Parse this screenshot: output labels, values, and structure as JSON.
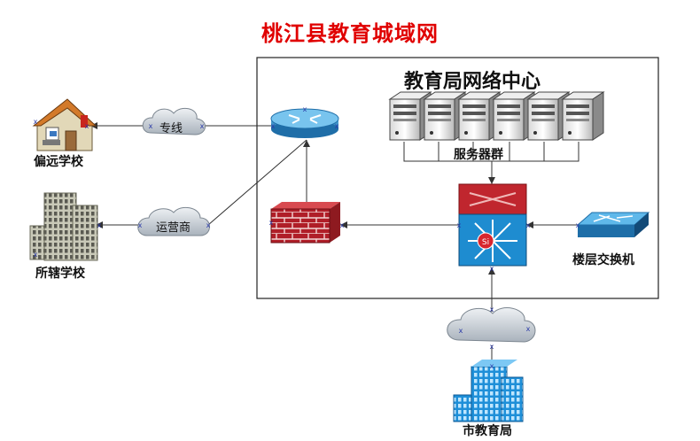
{
  "title": "桃江县教育城域网",
  "center": {
    "title": "教育局网络中心"
  },
  "nodes": {
    "remote_school": "偏远学校",
    "affiliated_school": "所辖学校",
    "leased_line": "专线",
    "isp": "运营商",
    "server_cluster": "服务器群",
    "floor_switch": "楼层交换机",
    "city_bureau": "市教育局",
    "core_switch_badge": "Si"
  }
}
